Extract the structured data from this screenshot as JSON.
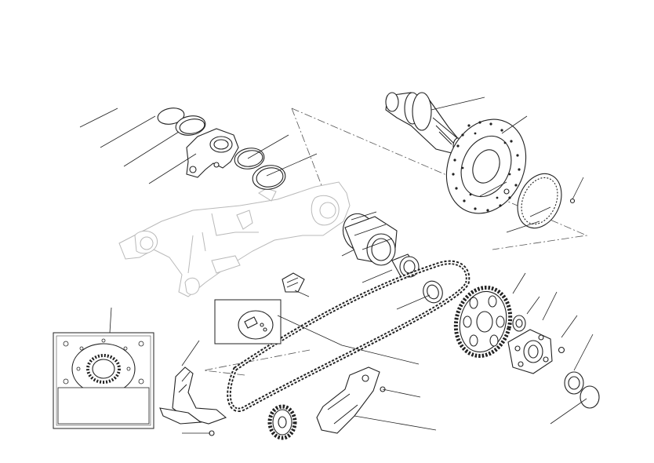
{
  "diagram": {
    "type": "exploded-parts-view",
    "background": "#ffffff",
    "line_color": "#1a1a1a",
    "ghost_color": "#b9b9b9",
    "parts": [
      "swingarm",
      "chain-guard",
      "chain",
      "rear-sprocket",
      "front-sprocket",
      "brake-disc",
      "wheel-hub",
      "eccentric-hub",
      "sprocket-carrier",
      "bearing",
      "snap-ring",
      "chain-slider",
      "caliper-bracket",
      "o-ring-seals",
      "chain-link-kit",
      "sprocket-cover-panel"
    ]
  }
}
